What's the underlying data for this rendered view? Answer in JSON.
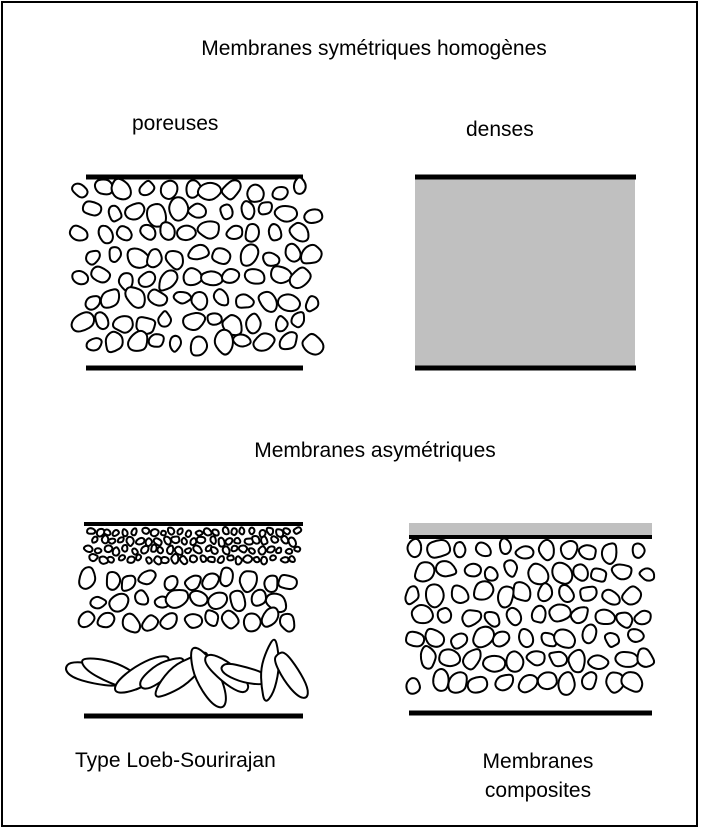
{
  "section_symmetric": {
    "title": "Membranes symétriques homogènes",
    "porous_label": "poreuses",
    "dense_label": "denses"
  },
  "section_asymmetric": {
    "title": "Membranes asymétriques",
    "loeb_label": "Type Loeb-Sourirajan",
    "composite_label_line1": "Membranes",
    "composite_label_line2": "composites"
  },
  "colors": {
    "line": "#000000",
    "dense_fill": "#c0c0c0",
    "composite_skin": "#c0c0c0"
  }
}
